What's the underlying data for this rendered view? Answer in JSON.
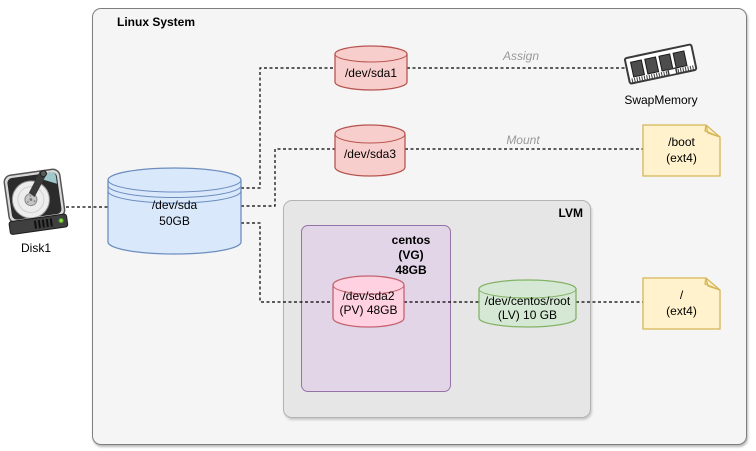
{
  "system_box": {
    "title": "Linux System"
  },
  "groups": {
    "lvm": {
      "label": "LVM"
    },
    "vg": {
      "line1": "centos (VG)",
      "line2": "48GB"
    }
  },
  "disk": {
    "label": "Disk1"
  },
  "nodes": {
    "sda": {
      "line1": "/dev/sda",
      "line2": "50GB"
    },
    "sda1": {
      "label": "/dev/sda1"
    },
    "sda3": {
      "label": "/dev/sda3"
    },
    "sda2": {
      "line1": "/dev/sda2",
      "line2": "(PV) 48GB"
    },
    "lv": {
      "line1": "/dev/centos/root",
      "line2": "(LV) 10 GB"
    },
    "swap": {
      "label": "SwapMemory"
    },
    "boot": {
      "line1": "/boot",
      "line2": "(ext4)"
    },
    "root": {
      "line1": "/",
      "line2": "(ext4)"
    }
  },
  "edges": {
    "assign": "Assign",
    "mount": "Mount"
  },
  "colors": {
    "canvas_bg": "#ffffff",
    "system_box_fill": "#f5f5f5",
    "system_box_stroke": "#7f7f7f",
    "lvm_box_fill": "#e6e6e6",
    "lvm_box_stroke": "#b3b3b3",
    "vg_box_fill": "#e1d5e7",
    "vg_box_stroke": "#9673a6",
    "disk_cylinder_fill": "#dae8fc",
    "disk_cylinder_stroke": "#6c8ebf",
    "partition_cylinder_fill": "#f8cecc",
    "partition_cylinder_stroke": "#b85450",
    "pv_cylinder_fill": "#ffd1e1",
    "pv_cylinder_stroke": "#c4636f",
    "lv_cylinder_fill": "#d5e8d4",
    "lv_cylinder_stroke": "#82b366",
    "note_fill": "#fff2cc",
    "note_stroke": "#d6b656",
    "edge_label_color": "#999999",
    "connector_color": "#000000"
  }
}
